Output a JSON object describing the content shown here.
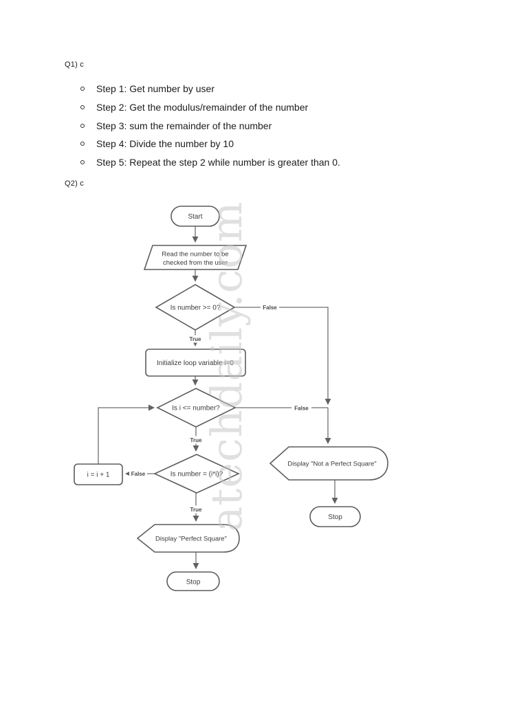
{
  "document": {
    "q1_label": "Q1) c",
    "q2_label": "Q2) c",
    "steps": [
      "Step 1: Get number by user",
      "Step 2: Get the modulus/remainder of the number",
      "Step 3: sum the remainder of the number",
      "Step 4: Divide the number by 10",
      "Step 5: Repeat the step 2 while number is greater than 0."
    ]
  },
  "flowchart": {
    "watermark": "atechdaily.com",
    "colors": {
      "shape_fill": "#ffffff",
      "shape_stroke": "#5c5c5c",
      "edge_line": "#6e6e6e",
      "shape_text": "#3a3a3a",
      "edge_label_text": "#464646",
      "watermark_gray": "#c6c6c6"
    },
    "nodes": {
      "start": {
        "type": "terminator",
        "label": "Start"
      },
      "read": {
        "type": "input",
        "line1": "Read the number to be",
        "line2": "checked from the user"
      },
      "check_positive": {
        "type": "decision",
        "label": "Is number >= 0?"
      },
      "init": {
        "type": "process",
        "label": "Initialize loop variable i=0"
      },
      "loop_check": {
        "type": "decision",
        "label": "Is i <= number?"
      },
      "square_check": {
        "type": "decision",
        "label": "Is number = (i*i)?"
      },
      "increment": {
        "type": "process",
        "label": "i = i + 1"
      },
      "display_not_perfect": {
        "type": "display",
        "label": "Display \"Not a Perfect Square\""
      },
      "stop_right": {
        "type": "terminator",
        "label": "Stop"
      },
      "display_perfect": {
        "type": "display",
        "label": "Display \"Perfect Square\""
      },
      "stop_left": {
        "type": "terminator",
        "label": "Stop"
      }
    },
    "edge_labels": {
      "true": "True",
      "false": "False"
    }
  }
}
